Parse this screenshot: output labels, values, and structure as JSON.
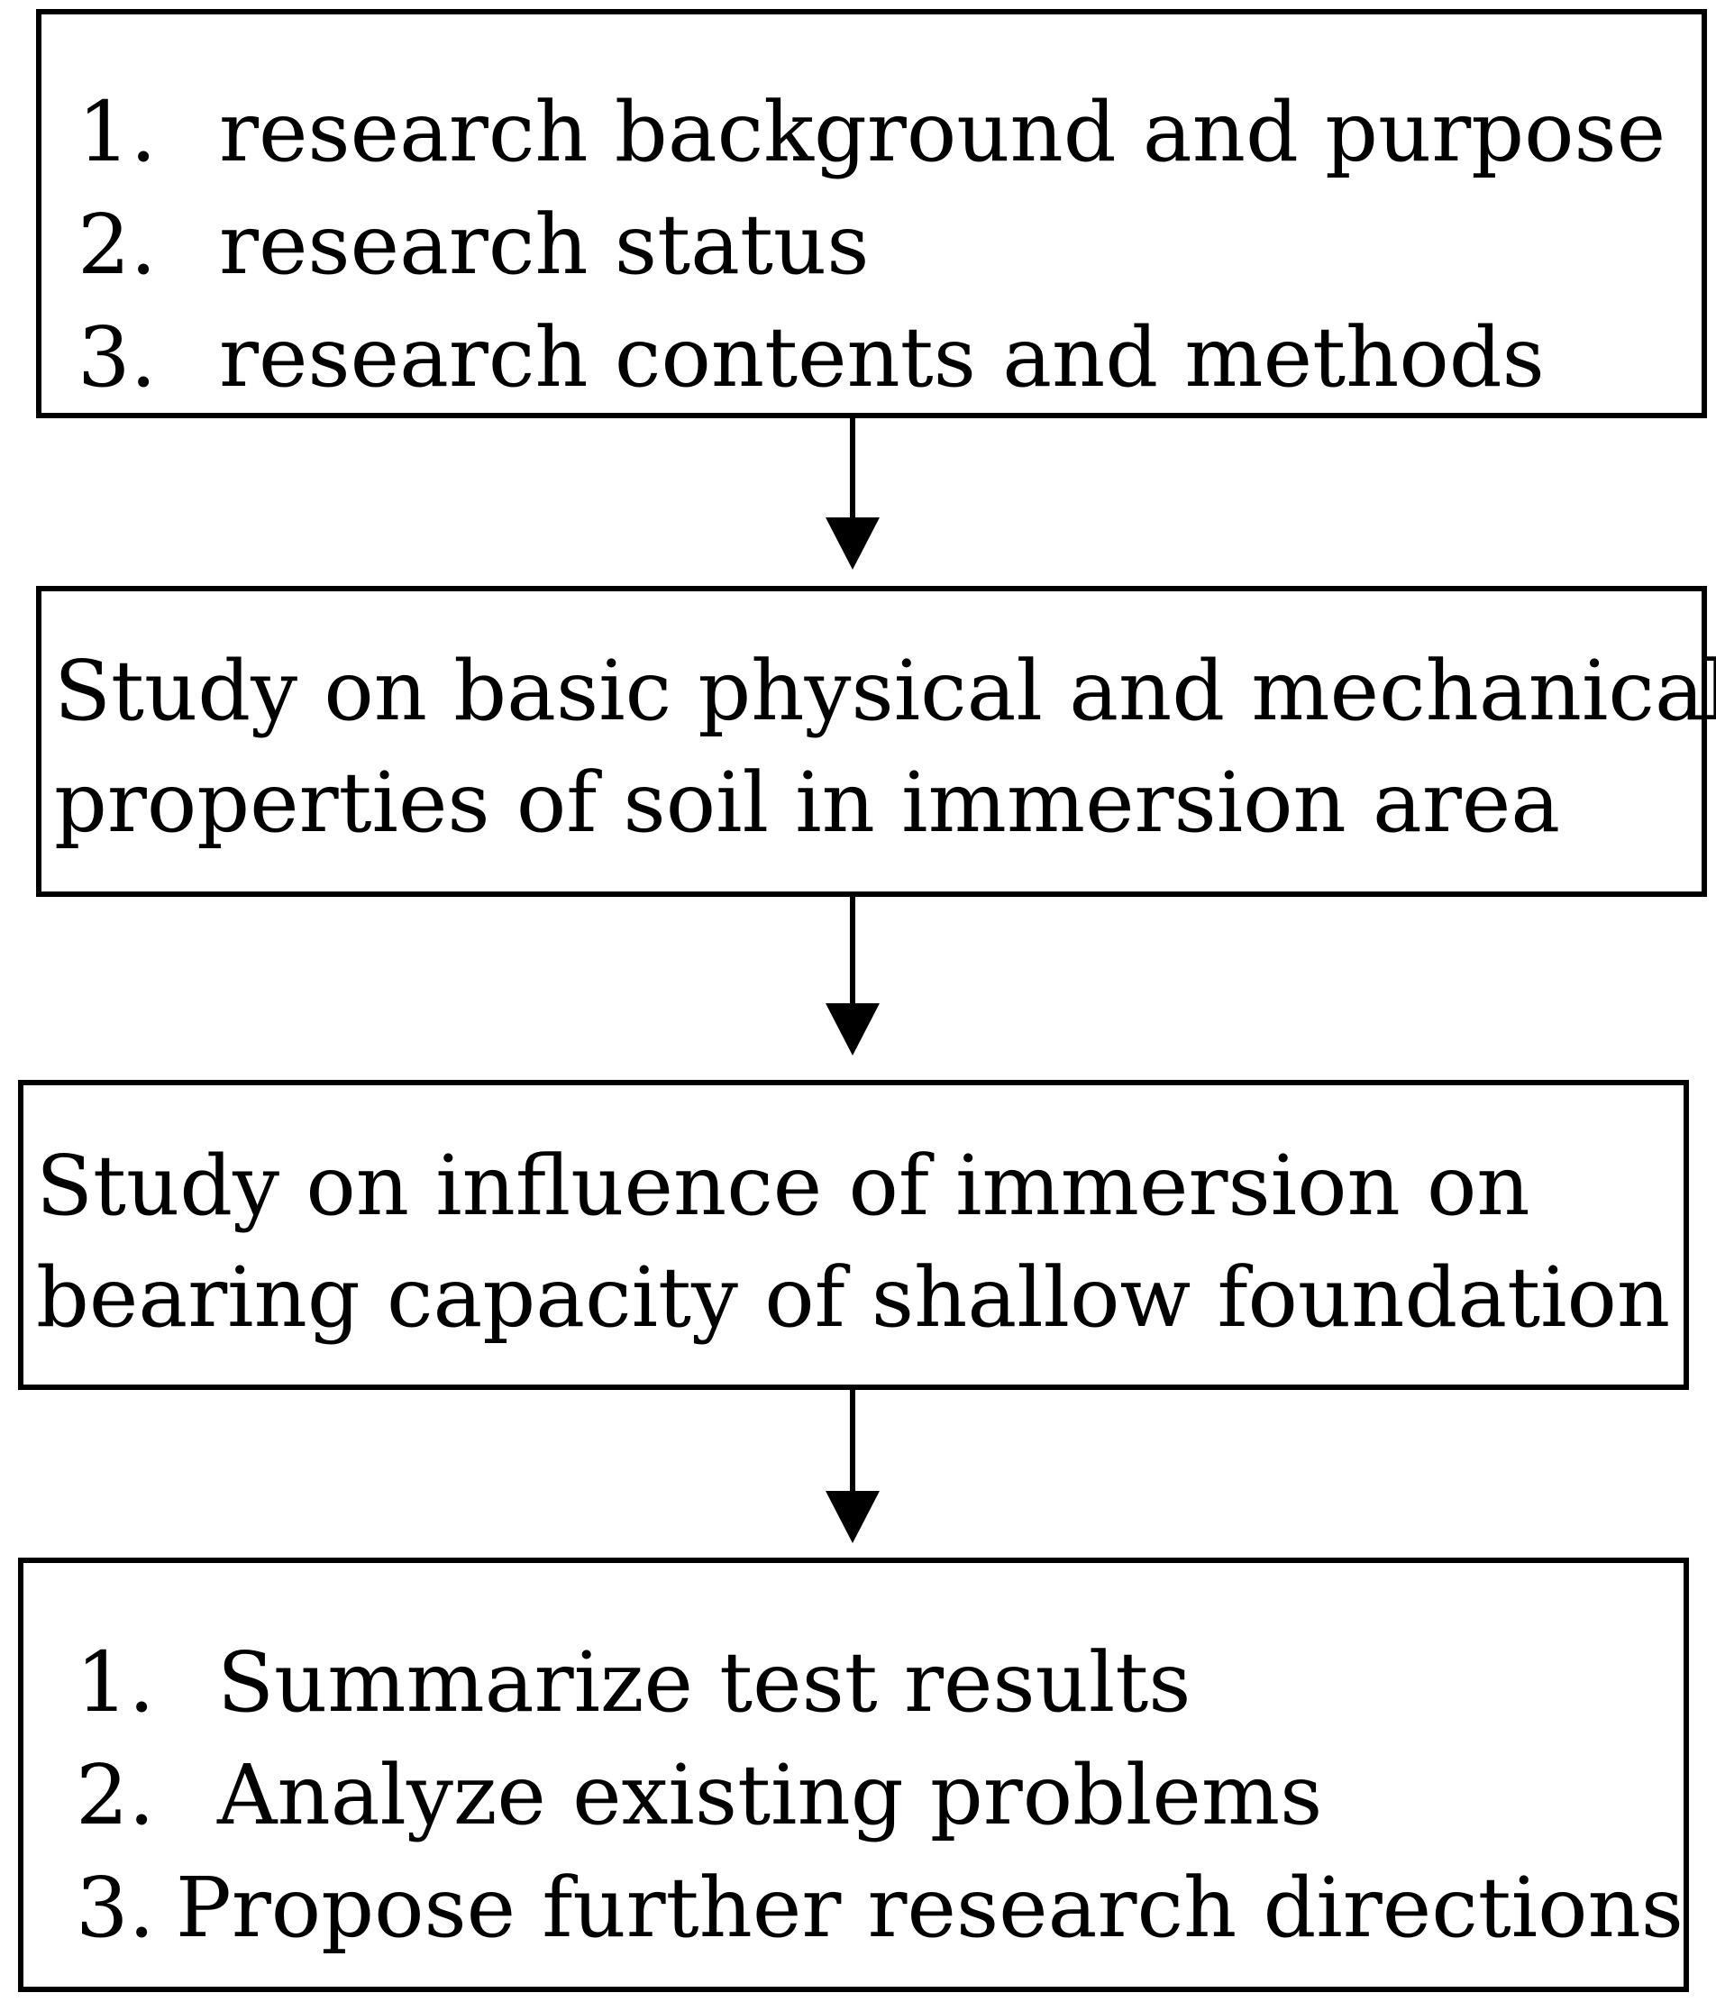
{
  "flowchart": {
    "step1": {
      "items": [
        {
          "number": "1.",
          "text": "research background and purpose"
        },
        {
          "number": "2.",
          "text": "research status"
        },
        {
          "number": "3.",
          "text": "research contents and methods"
        }
      ]
    },
    "step2": {
      "lines": [
        "Study on basic physical and mechanical",
        "properties of soil in immersion area"
      ]
    },
    "step3": {
      "lines": [
        "Study on influence of immersion on",
        "bearing capacity of shallow foundation"
      ]
    },
    "step4": {
      "items": [
        {
          "number": "1.",
          "text": "Summarize test results"
        },
        {
          "number": "2.",
          "text": "Analyze existing problems"
        },
        {
          "number": "3.",
          "text": "Propose further research directions"
        }
      ]
    },
    "colors": {
      "line": "#000000",
      "background": "#ffffff",
      "text": "#000000"
    }
  }
}
